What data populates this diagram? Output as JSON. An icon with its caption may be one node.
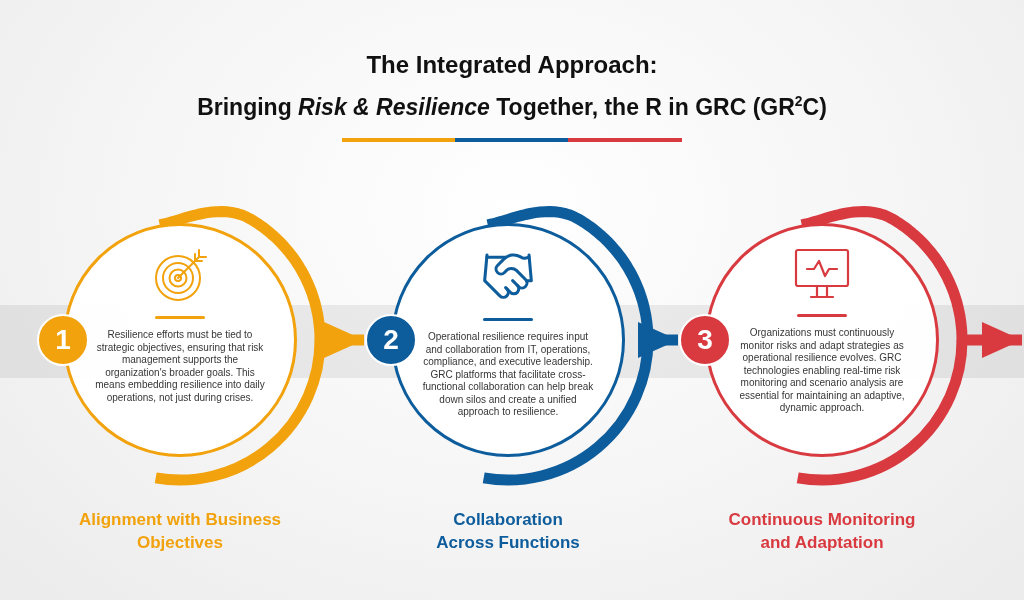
{
  "diagram": {
    "title": "The Integrated Approach:",
    "nodes": [
      {
        "text": [
          "1"
        ]
      },
      {
        "text": [
          "Resilience efforts must be tied to strategic objectives, ensuring that risk management supports the organization's broader goals. This means embedding resilience into daily operations, not just during crises."
        ],
        "beside": [
          "Alignment with Business Objectives"
        ]
      },
      {
        "text": [
          "2"
        ]
      },
      {
        "text": [
          "Operational resilience requires input and collaboration from IT, operations, compliance, and executive leadership. GRC platforms that facilitate cross-functional collaboration can help break down silos and create a unified approach to resilience."
        ],
        "beside": [
          "Collaboration Across Functions"
        ]
      },
      {
        "text": [
          "3"
        ]
      },
      {
        "text": [
          "Organizations must continuously monitor risks and adapt strategies as operational resilience evolves. GRC technologies enabling real-time risk monitoring and scenario analysis are essential for maintaining an adaptive, dynamic approach."
        ],
        "beside": [
          "Continuous Monitoring and Adaptation"
        ]
      }
    ],
    "edges": [
      {
        "from": 1,
        "to": 2,
        "arrow": "to",
        "color": "#f2a20c"
      },
      {
        "from": 3,
        "to": 4,
        "arrow": "to",
        "color": "#0d5c9c"
      },
      {
        "from": 5,
        "to": null,
        "arrow": "to",
        "color": "#d83a40"
      }
    ],
    "labels": [
      "Bringing *Risk & Resilience* Together, the R in GRC (GR$^{2}$C)"
    ]
  }
}
